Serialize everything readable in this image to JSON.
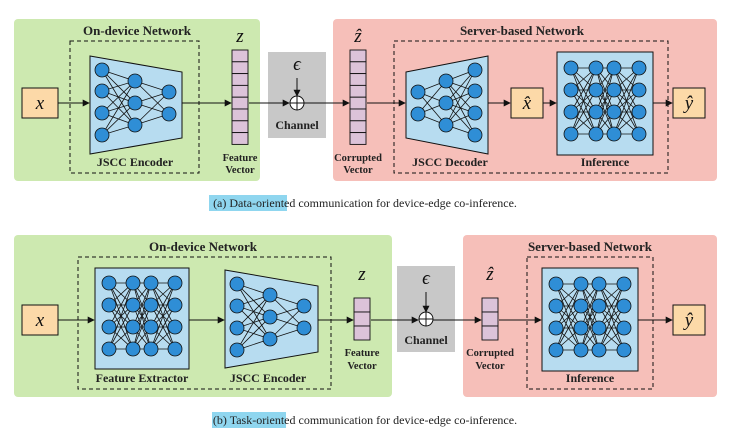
{
  "colors": {
    "device_bg": "#cde9b0",
    "server_bg": "#f6bfb9",
    "channel_bg": "#c8c8c8",
    "input_box": "#fcd9a8",
    "vector_fill": "#dcc3d9",
    "nn_box": "#b7dcf0",
    "node": "#2f8ed6",
    "highlight": "#8fd6ef"
  },
  "diagram_a": {
    "device_title": "On-device Network",
    "server_title": "Server-based Network",
    "input_symbol": "x",
    "encoder_label": "JSCC Encoder",
    "feature_symbol": "z",
    "feature_label_1": "Feature",
    "feature_label_2": "Vector",
    "noise_symbol": "ϵ",
    "channel_label": "Channel",
    "corrupted_symbol": "ẑ",
    "corrupted_label_1": "Corrupted",
    "corrupted_label_2": "Vector",
    "decoder_label": "JSCC Decoder",
    "recon_symbol": "x̂",
    "inference_label": "Inference",
    "output_symbol": "ŷ",
    "caption_prefix": "(a) ",
    "caption_highlight": "Data-oriented",
    "caption_rest": " communication for device-edge co-inference."
  },
  "diagram_b": {
    "device_title": "On-device Network",
    "server_title": "Server-based Network",
    "input_symbol": "x",
    "extractor_label": "Feature Extractor",
    "encoder_label": "JSCC Encoder",
    "feature_symbol": "z",
    "feature_label_1": "Feature",
    "feature_label_2": "Vector",
    "noise_symbol": "ϵ",
    "channel_label": "Channel",
    "corrupted_symbol": "ẑ",
    "corrupted_label_1": "Corrupted",
    "corrupted_label_2": "Vector",
    "inference_label": "Inference",
    "output_symbol": "ŷ",
    "caption_prefix": "(b) ",
    "caption_highlight": "Task-oriented",
    "caption_rest": " communication for device-edge co-inference."
  }
}
